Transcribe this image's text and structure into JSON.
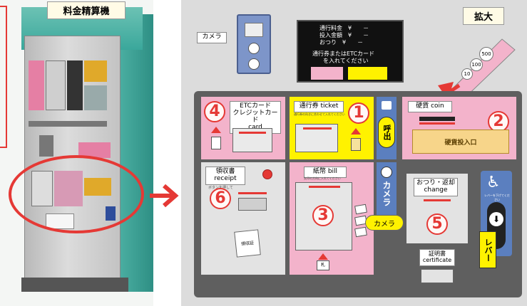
{
  "left": {
    "title": "料金精算機",
    "colors": {
      "body": "#c9c9c9",
      "teal": "#3aa79b",
      "annotation": "#e53935"
    }
  },
  "right": {
    "badge": "拡大",
    "camera_label": "カメラ",
    "display": {
      "lines": [
        "通行料金　¥　　－",
        "投入金額　¥　　－",
        "おつり　¥　　－"
      ],
      "prompt_line1": "通行券またはETCカード",
      "prompt_line2": "を入れてください"
    },
    "coins": [
      "500",
      "100",
      "10"
    ],
    "panels": {
      "etc": {
        "num": "4",
        "line1": "ETCカード",
        "line2": "クレジットカード",
        "line3": "card"
      },
      "ticket": {
        "num": "1",
        "label": "通行券 ticket",
        "note": "通行券の向きに合わせて入れてください"
      },
      "call": {
        "label": "呼出"
      },
      "coin": {
        "num": "2",
        "label": "硬貨 coin",
        "slot": "硬貨投入口"
      },
      "receipt": {
        "num": "6",
        "line1": "領収書",
        "line2": "receipt",
        "note": "ボタンを押して",
        "slip": "領収証"
      },
      "bill": {
        "num": "3",
        "label": "紙幣 bill",
        "note": "矢印の方向に入れてください",
        "slip": "札"
      },
      "camera_vert": {
        "label": "カメラ"
      },
      "camera_oval": {
        "label": "カメラ"
      },
      "change": {
        "num": "5",
        "line1": "おつり・返却",
        "line2": "change"
      },
      "certificate": {
        "line1": "証明書",
        "line2": "certificate"
      },
      "lever": {
        "label": "レバー",
        "hint": "レバーを下げてください"
      }
    },
    "colors": {
      "pink": "#f3b3cb",
      "yellow": "#fff200",
      "blue": "#5b7fbf",
      "frame": "#5f5f5f",
      "red": "#e53935"
    }
  }
}
